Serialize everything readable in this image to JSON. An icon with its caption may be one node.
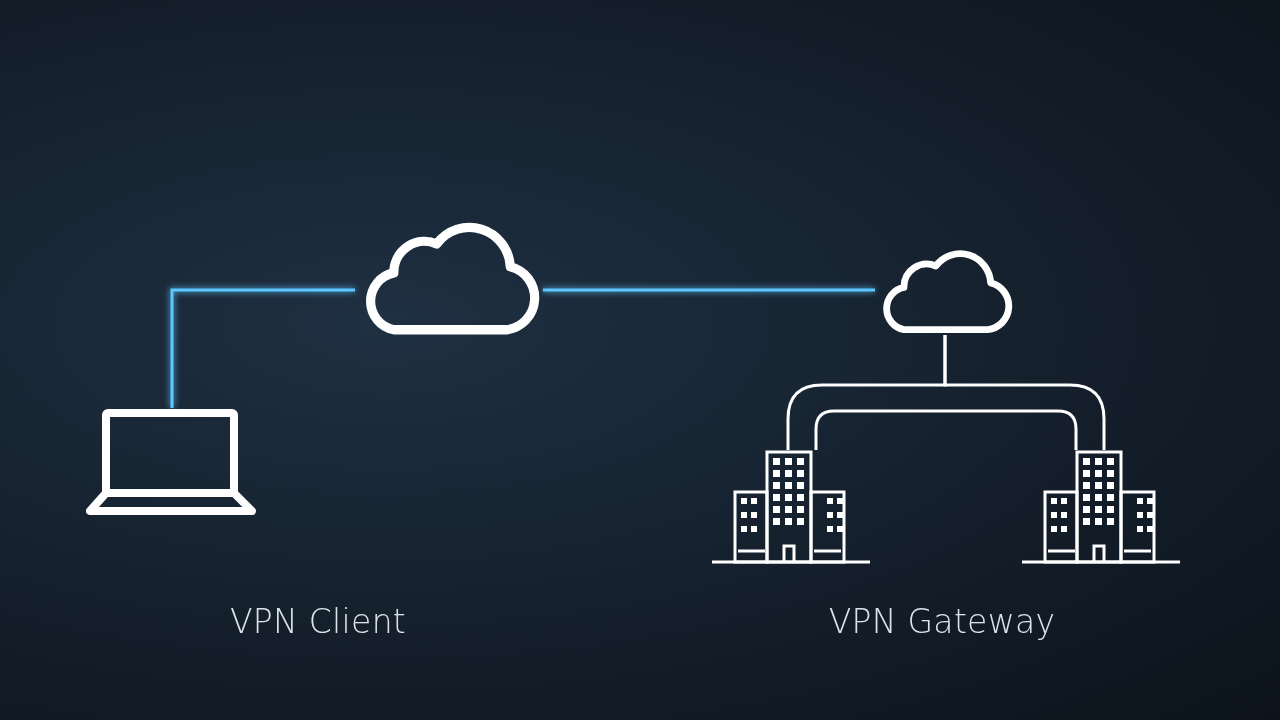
{
  "diagram": {
    "nodes": [
      {
        "text": [],
        "shape": "laptop"
      },
      {
        "text": [],
        "shape": "cloud"
      },
      {
        "text": [],
        "shape": "cloud"
      },
      {
        "text": [],
        "shape": "building"
      },
      {
        "text": [],
        "shape": "building"
      }
    ],
    "edges": [
      {
        "from": 0,
        "to": 1,
        "arrow": "none",
        "color": "#5cc8ff"
      },
      {
        "from": 1,
        "to": 2,
        "arrow": "none",
        "color": "#5cc8ff"
      },
      {
        "from": 2,
        "to": 3,
        "arrow": "none",
        "color": "#ffffff"
      },
      {
        "from": 2,
        "to": 4,
        "arrow": "none",
        "color": "#ffffff"
      },
      {
        "from": 3,
        "to": 4,
        "arrow": "none",
        "color": "#ffffff"
      }
    ],
    "labels": [
      "VPN Client",
      "VPN Gateway"
    ]
  }
}
